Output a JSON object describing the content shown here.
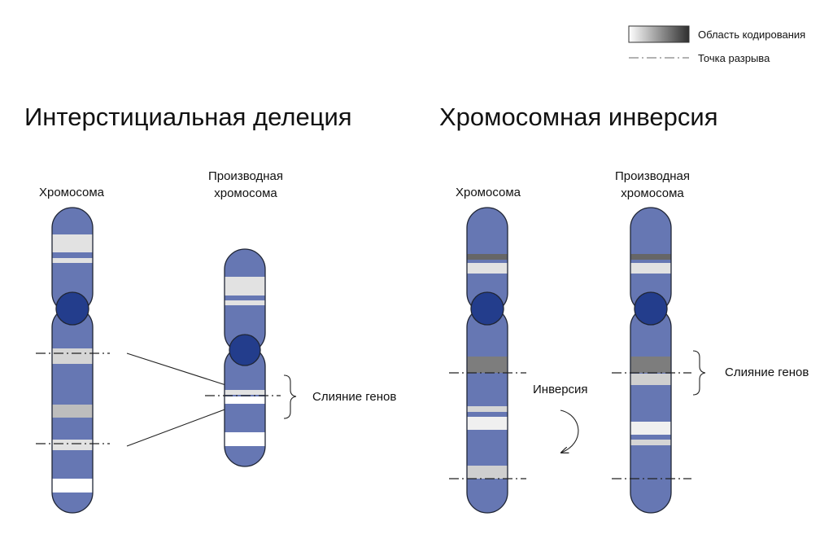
{
  "legend": {
    "coding_region": "Область кодирования",
    "breakpoint": "Точка разрыва"
  },
  "left_panel": {
    "title": "Интерстициальная делеция",
    "original_label": "Хромосома",
    "derived_label_line1": "Производная",
    "derived_label_line2": "хромосома",
    "fusion_label": "Слияние генов"
  },
  "right_panel": {
    "title": "Хромосомная инверсия",
    "original_label": "Хромосома",
    "derived_label_line1": "Производная",
    "derived_label_line2": "хромосома",
    "inversion_label": "Инверсия",
    "fusion_label": "Слияние генов"
  },
  "colors": {
    "chromatid": "#6677b3",
    "centromere": "#233d8c",
    "outline": "#1f2535",
    "band_white": "#ffffff",
    "band_light": "#e2e2e2",
    "band_mid": "#bdbdbd",
    "band_dark": "#7d7d7d",
    "band_darker": "#666666"
  }
}
